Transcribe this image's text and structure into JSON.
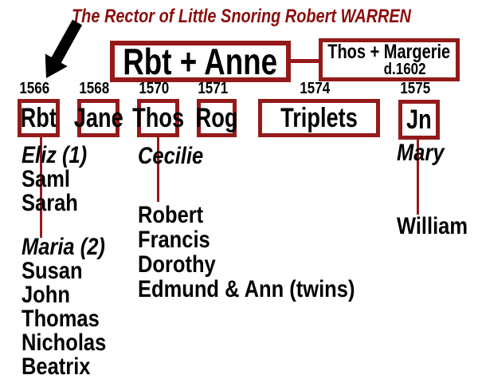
{
  "title": "The Rector of Little Snoring Robert WARREN",
  "colors": {
    "accent_dark_red": "#941a1a",
    "title_red": "#8b0d0d",
    "text": "#000000",
    "background": "#ffffff"
  },
  "gen1": {
    "couple": "Rbt + Anne",
    "linked_couple": "Thos + Margerie",
    "linked_couple_death": "d.1602"
  },
  "gen2": [
    {
      "year": "1566",
      "name": "Rbt"
    },
    {
      "year": "1568",
      "name": "Jane"
    },
    {
      "year": "1570",
      "name": "Thos"
    },
    {
      "year": "1571",
      "name": "Rog"
    },
    {
      "year": "1574",
      "name": "Triplets"
    },
    {
      "year": "1575",
      "name": "Jn"
    }
  ],
  "rbt_family": {
    "spouse1": "Eliz (1)",
    "children1": [
      "Saml",
      "Sarah"
    ],
    "spouse2": "Maria (2)",
    "children2": [
      "Susan",
      "John",
      "Thomas",
      "Nicholas",
      "Beatrix"
    ]
  },
  "thos_family": {
    "spouse": "Cecilie",
    "children": [
      "Robert",
      "Francis",
      "Dorothy",
      "Edmund & Ann (twins)"
    ]
  },
  "jn_family": {
    "spouse": "Mary",
    "children": [
      "William"
    ]
  }
}
